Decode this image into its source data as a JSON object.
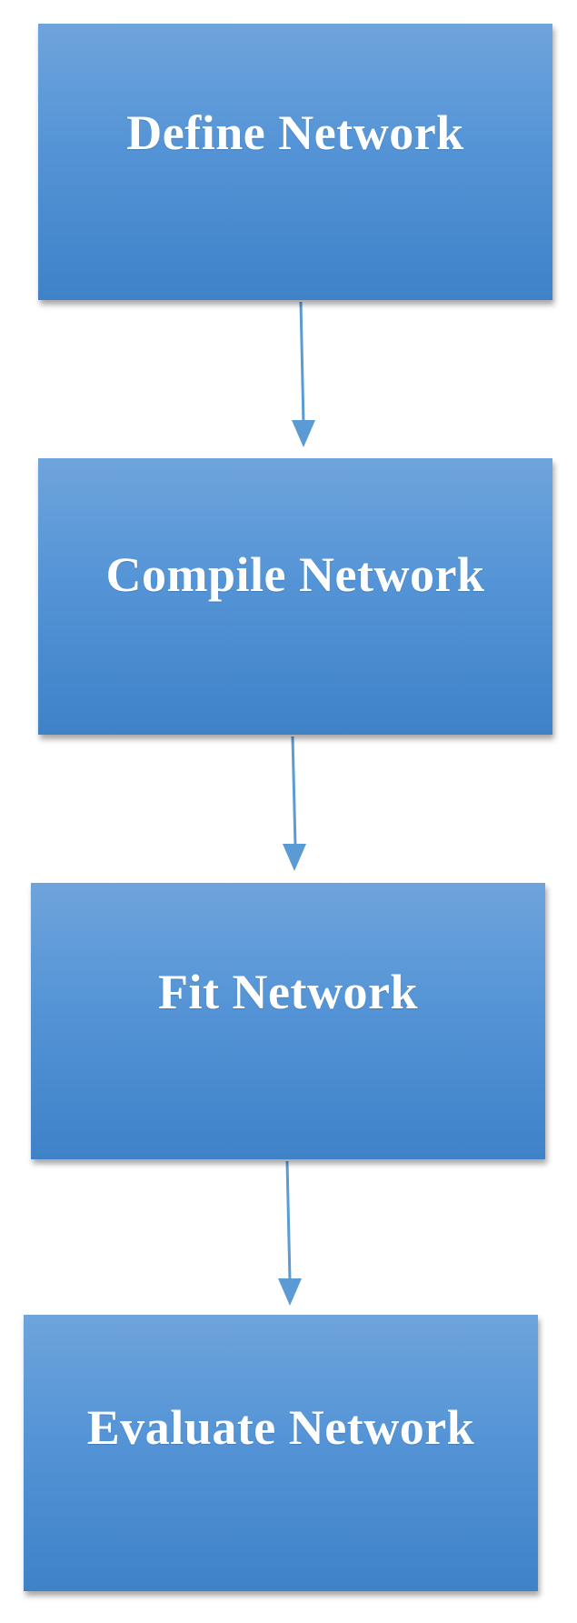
{
  "diagram": {
    "steps": [
      {
        "label": "Define Network"
      },
      {
        "label": "Compile Network"
      },
      {
        "label": "Fit Network"
      },
      {
        "label": "Evaluate Network"
      }
    ],
    "colors": {
      "box_fill": "#5494d6",
      "box_fill_top": "#6fa4dc",
      "box_fill_bottom": "#3f82c8",
      "text": "#ffffff",
      "arrow": "#5b9bd5"
    }
  }
}
